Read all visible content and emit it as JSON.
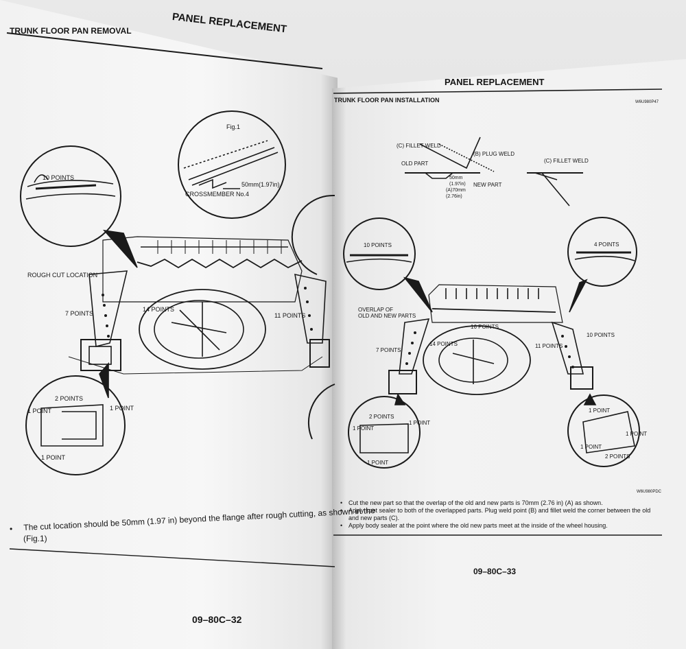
{
  "left_page": {
    "header": "PANEL REPLACEMENT",
    "section_title": "TRUNK FLOOR PAN REMOVAL",
    "labels": {
      "fig": "Fig.1",
      "crossmember": "CROSSMEMBER No.4",
      "dimension": "50mm(1.97in)",
      "rough_cut": "ROUGH CUT LOCATION",
      "ten_points": "10 POINTS",
      "seven_points": "7 POINTS",
      "fourteen_points": "14 POINTS",
      "eleven_points": "11 POINTS",
      "two_points": "2 POINTS",
      "one_point_a": "1 POINT",
      "one_point_b": "1 POINT",
      "one_point_c": "1 POINT"
    },
    "note": "The cut location should be 50mm (1.97 in) beyond the flange after rough cutting, as shown in the",
    "note_cont": "(Fig.1)",
    "page_number": "09–80C–32"
  },
  "right_page": {
    "header": "PANEL REPLACEMENT",
    "section_title": "TRUNK FLOOR PAN INSTALLATION",
    "code_top": "W6U980P47",
    "code_bottom": "W6U980PDC",
    "labels": {
      "fillet_weld_c": "(C) FILLET WELD",
      "plug_weld_b": "(B) PLUG WELD",
      "old_part": "OLD PART",
      "new_part": "NEW PART",
      "dim_50": "50mm",
      "dim_50_in": "(1.97in)",
      "dim_70": "(A)70mm",
      "dim_70_in": "(2.76in)",
      "fillet_weld_c2": "(C) FILLET WELD",
      "ten_points": "10 POINTS",
      "four_points": "4 POINTS",
      "overlap_1": "OVERLAP OF",
      "overlap_2": "OLD AND NEW PARTS",
      "sixteen_points": "16 POINTS",
      "fourteen_points": "14 POINTS",
      "seven_points": "7 POINTS",
      "eleven_points": "11 POINTS",
      "ten_points_b": "10 POINTS",
      "two_points": "2 POINTS",
      "one_point_a": "1 POINT",
      "one_point_b": "1 POINT",
      "one_point_c": "1 POINT",
      "one_point_d": "1 POINT",
      "one_point_e": "1 POINT",
      "one_point_f": "1 POINT",
      "two_points_b": "2 POINTS"
    },
    "notes": [
      "Cut the new part so that the overlap of the old and new parts is 70mm (2.76 in) (A) as shown.",
      "Apply spot sealer to both of the overlapped parts. Plug weld point (B) and fillet weld the corner between the old",
      "and new parts (C).",
      "Apply body sealer at the point where the old new parts meet at the inside of the wheel housing."
    ],
    "page_number": "09–80C–33"
  }
}
